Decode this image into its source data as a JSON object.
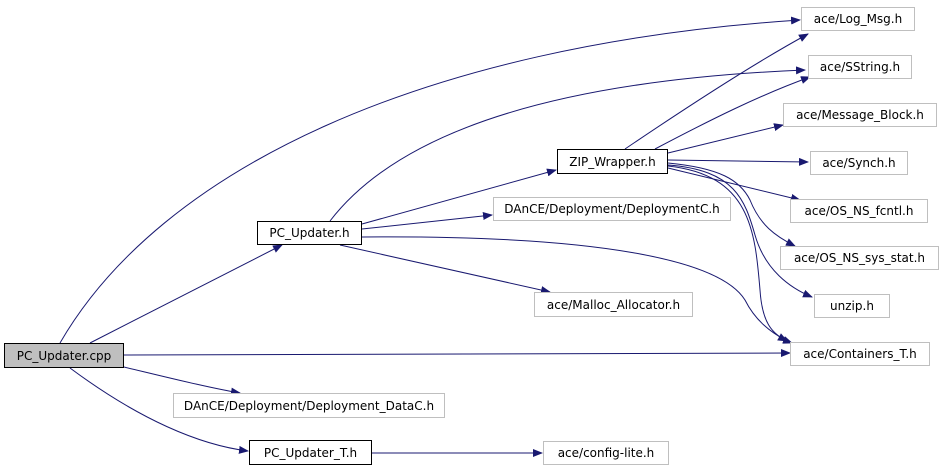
{
  "colors": {
    "edge": "#191970",
    "root_fill": "#bfbfbf",
    "external_border": "#bfbfbf",
    "local_border": "#000000"
  },
  "nodes": {
    "pc_updater_cpp": "PC_Updater.cpp",
    "pc_updater_h": "PC_Updater.h",
    "pc_updater_t_h": "PC_Updater_T.h",
    "zip_wrapper_h": "ZIP_Wrapper.h",
    "log_msg_h": "ace/Log_Msg.h",
    "sstring_h": "ace/SString.h",
    "message_block_h": "ace/Message_Block.h",
    "synch_h": "ace/Synch.h",
    "os_ns_fcntl_h": "ace/OS_NS_fcntl.h",
    "os_ns_sys_stat_h": "ace/OS_NS_sys_stat.h",
    "unzip_h": "unzip.h",
    "containers_t_h": "ace/Containers_T.h",
    "deploymentc_h": "DAnCE/Deployment/DeploymentC.h",
    "malloc_allocator_h": "ace/Malloc_Allocator.h",
    "deployment_datac_h": "DAnCE/Deployment/Deployment_DataC.h",
    "config_lite_h": "ace/config-lite.h"
  },
  "edges": [
    {
      "from": "pc_updater_cpp",
      "to": "log_msg_h"
    },
    {
      "from": "pc_updater_cpp",
      "to": "pc_updater_h"
    },
    {
      "from": "pc_updater_cpp",
      "to": "containers_t_h"
    },
    {
      "from": "pc_updater_cpp",
      "to": "deployment_datac_h"
    },
    {
      "from": "pc_updater_cpp",
      "to": "pc_updater_t_h"
    },
    {
      "from": "pc_updater_h",
      "to": "sstring_h"
    },
    {
      "from": "pc_updater_h",
      "to": "zip_wrapper_h"
    },
    {
      "from": "pc_updater_h",
      "to": "deploymentc_h"
    },
    {
      "from": "pc_updater_h",
      "to": "containers_t_h"
    },
    {
      "from": "pc_updater_h",
      "to": "malloc_allocator_h"
    },
    {
      "from": "zip_wrapper_h",
      "to": "log_msg_h"
    },
    {
      "from": "zip_wrapper_h",
      "to": "sstring_h"
    },
    {
      "from": "zip_wrapper_h",
      "to": "message_block_h"
    },
    {
      "from": "zip_wrapper_h",
      "to": "synch_h"
    },
    {
      "from": "zip_wrapper_h",
      "to": "os_ns_fcntl_h"
    },
    {
      "from": "zip_wrapper_h",
      "to": "os_ns_sys_stat_h"
    },
    {
      "from": "zip_wrapper_h",
      "to": "unzip_h"
    },
    {
      "from": "zip_wrapper_h",
      "to": "containers_t_h"
    },
    {
      "from": "pc_updater_t_h",
      "to": "config_lite_h"
    }
  ]
}
